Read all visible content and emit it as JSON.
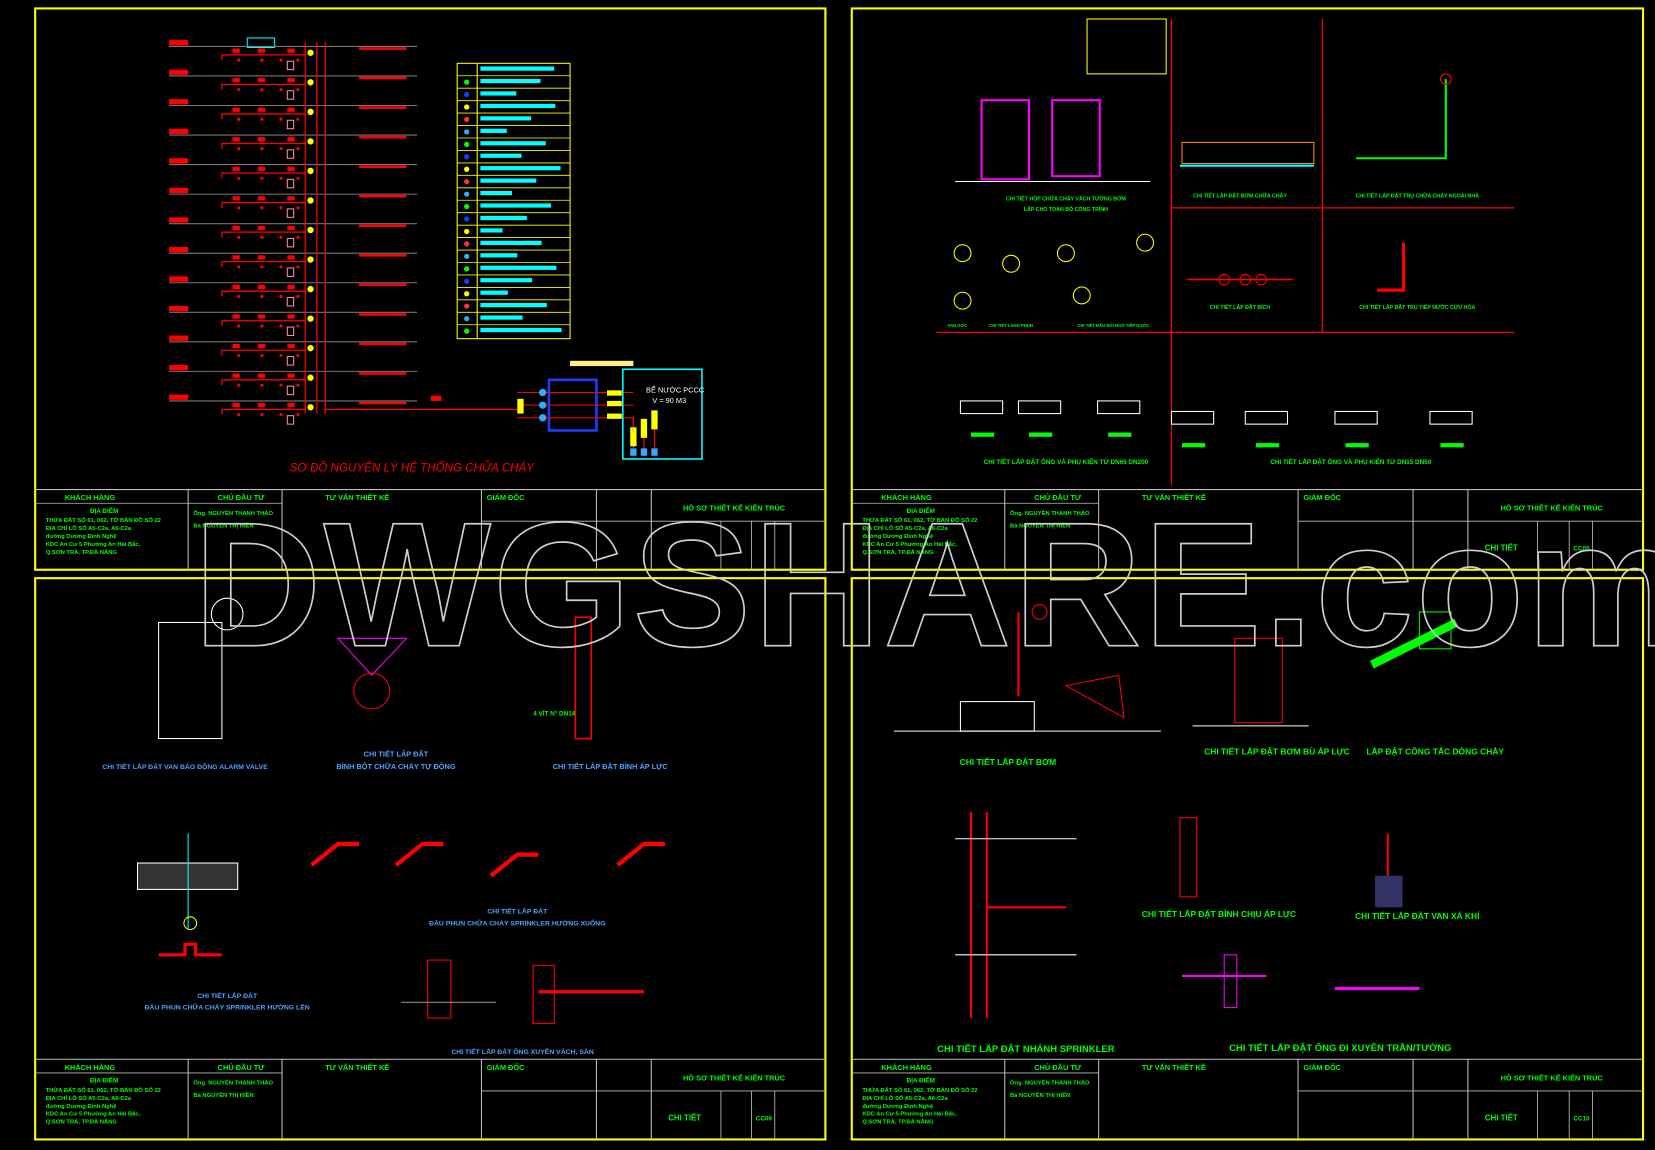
{
  "watermark": "DWGSHARE.com",
  "colors": {
    "frame": "#ffff00",
    "pipe": "#ff0000",
    "text": "#00ff00",
    "background": "#000000",
    "tank": "#00ffff",
    "pump": "#0000ff"
  },
  "title_block": {
    "client_label": "KHÁCH HÀNG",
    "location_label": "ĐỊA ĐIỂM",
    "address": [
      "THỬA ĐẤT SỐ 61, 062, TỜ BẢN ĐỒ SỐ 22",
      "ĐỊA CHỈ LÔ SỐ A5-C2a, A6-C2a",
      "đường Dương Đình Nghệ",
      "KDC An Cư 5 Phường An Hải Bắc,",
      "Q.SƠN TRÀ, TP.ĐÀ NẴNG"
    ],
    "investor_label": "CHỦ ĐẦU TƯ",
    "investors": [
      "Ông. NGUYỄN THANH THẢO",
      "Bà NGUYỄN THỊ HIỀN"
    ],
    "consultant_label": "TƯ VẤN THIẾT KẾ",
    "director_label": "GIÁM ĐỐC",
    "project_label": "HỒ SƠ THIẾT KẾ KIẾN TRÚC"
  },
  "sheets": [
    {
      "drawing_name": "",
      "code": "",
      "labels": [
        "SƠ ĐỒ NGUYÊN LÝ HỆ THỐNG CHỮA CHÁY",
        "BỂ NƯỚC PCCC",
        "V = 90 M3"
      ]
    },
    {
      "drawing_name": "CHI TIẾT",
      "code": "CC05",
      "labels": [
        "CHI TIẾT HỘP CHỮA CHÁY VÁCH TƯỜNG BƠM",
        "LẮP CHO TOÀN BỘ CÔNG TRÌNH",
        "CHI TIẾT LẮP ĐẶT BƠM CHỮA CHÁY",
        "CHI TIẾT LẮP ĐẶT TRỤ CHỮA CHÁY NGOÀI NHÀ",
        "CHI TIẾT LẮP ĐẶT BÍCH",
        "CHI TIẾT LẮP ĐẶT TRỤ TIẾP NƯỚC CỨU HỎA",
        "VAN GÓC",
        "CHI TIẾT LĂNG PHUN",
        "CHI TIẾT ĐẦU NỐI NGÕ TIẾP NƯỚC",
        "CHI TIẾT LẮP ĐẶT ỐNG VÀ PHỤ KIỆN TỪ DN65 DN200",
        "CHI TIẾT LẮP ĐẶT ỐNG VÀ PHỤ KIỆN TỪ DN15 DN50"
      ]
    },
    {
      "drawing_name": "CHI TIẾT",
      "code": "CC09",
      "labels": [
        "CHI TIẾT LẮP ĐẶT VAN BÁO ĐỘNG ALARM VALVE",
        "CHI TIẾT LẮP ĐẶT",
        "BÌNH BỘT CHỮA CHÁY TỰ ĐỘNG",
        "CHI TIẾT LẮP ĐẶT BÌNH ÁP LỰC",
        "CHI TIẾT LẮP ĐẶT",
        "ĐẦU PHUN CHỮA CHÁY SPRINKLER HƯỚNG XUỐNG",
        "CHI TIẾT LẮP ĐẶT",
        "ĐẦU PHUN CHỮA CHÁY SPRINKLER HƯỚNG LÊN",
        "CHI TIẾT LẮP ĐẶT ỐNG XUYÊN VÁCH, SÀN",
        "4 VÍT N° DN14"
      ]
    },
    {
      "drawing_name": "CHI TIẾT",
      "code": "CC10",
      "labels": [
        "CHI TIẾT LẮP ĐẶT BƠM",
        "CHI TIẾT LẮP ĐẶT BƠM BÙ ÁP LỰC",
        "LẮP ĐẶT CÔNG TẮC DÒNG CHẢY",
        "CHI TIẾT LẮP ĐẶT BÌNH CHỊU ÁP LỰC",
        "CHI TIẾT LẮP ĐẶT VAN XẢ KHÍ",
        "CHI TIẾT LẮP ĐẶT NHÁNH SPRINKLER",
        "CHI TIẾT LẮP ĐẶT ỐNG ĐI XUYÊN TRẦN/TƯỜNG"
      ]
    }
  ]
}
